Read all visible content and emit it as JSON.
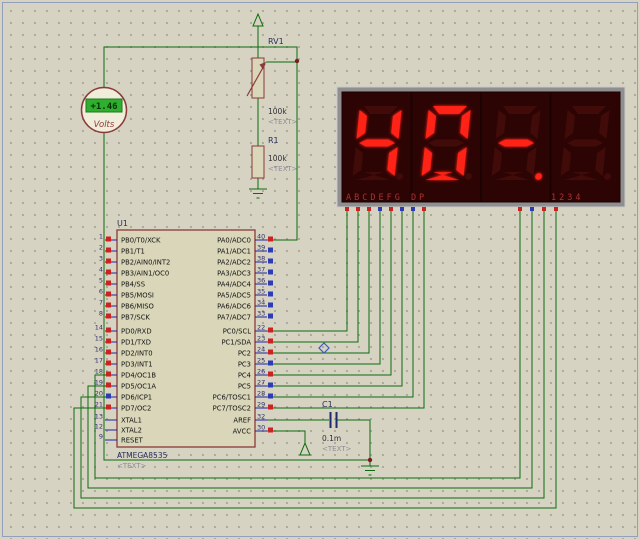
{
  "sheet": {
    "bg": "#d6d3c3",
    "border": "#93a0bd"
  },
  "colors": {
    "wire": "#0c6b0c",
    "pin": "#23239b",
    "component_outline": "#8b3a3a",
    "component_fill": "#d9d6b9",
    "state_red": "#cc2222",
    "state_blue": "#2d3bb5",
    "seg_on": "#ff2015",
    "seg_off": "#400b08",
    "display_bg": "#2d0404"
  },
  "voltmeter": {
    "value": "+1.46",
    "unit": "Volts"
  },
  "rv1": {
    "ref": "RV1",
    "value": "100k",
    "text": "<TEXT>"
  },
  "r1": {
    "ref": "R1",
    "value": "100k",
    "text": "<TEXT>"
  },
  "c1": {
    "ref": "C1",
    "value": "0.1m",
    "text": "<TEXT>"
  },
  "u1": {
    "ref": "U1",
    "part": "ATMEGA8535",
    "text": "<TEXT>",
    "left_pins": [
      {
        "num": "1",
        "name": "PB0/T0/XCK",
        "state": "red"
      },
      {
        "num": "2",
        "name": "PB1/T1",
        "state": "red"
      },
      {
        "num": "3",
        "name": "PB2/AIN0/INT2",
        "state": "red"
      },
      {
        "num": "4",
        "name": "PB3/AIN1/OC0",
        "state": "red"
      },
      {
        "num": "5",
        "name": "PB4/SS",
        "state": "red"
      },
      {
        "num": "6",
        "name": "PB5/MOSI",
        "state": "red"
      },
      {
        "num": "7",
        "name": "PB6/MISO",
        "state": "red"
      },
      {
        "num": "8",
        "name": "PB7/SCK",
        "state": "red"
      },
      {
        "num": "14",
        "name": "PD0/RXD",
        "state": "red"
      },
      {
        "num": "15",
        "name": "PD1/TXD",
        "state": "red"
      },
      {
        "num": "16",
        "name": "PD2/INT0",
        "state": "red"
      },
      {
        "num": "17",
        "name": "PD3/INT1",
        "state": "red"
      },
      {
        "num": "18",
        "name": "PD4/OC1B",
        "state": "red"
      },
      {
        "num": "19",
        "name": "PD5/OC1A",
        "state": "red"
      },
      {
        "num": "20",
        "name": "PD6/ICP1",
        "state": "blue"
      },
      {
        "num": "21",
        "name": "PD7/OC2",
        "state": "red"
      },
      {
        "num": "13",
        "name": "XTAL1",
        "state": null
      },
      {
        "num": "12",
        "name": "XTAL2",
        "state": null
      },
      {
        "num": "9",
        "name": "RESET",
        "state": null
      }
    ],
    "right_pins": [
      {
        "num": "40",
        "name": "PA0/ADC0",
        "state": "red"
      },
      {
        "num": "39",
        "name": "PA1/ADC1",
        "state": "blue"
      },
      {
        "num": "38",
        "name": "PA2/ADC2",
        "state": "blue"
      },
      {
        "num": "37",
        "name": "PA3/ADC3",
        "state": "blue"
      },
      {
        "num": "36",
        "name": "PA4/ADC4",
        "state": "blue"
      },
      {
        "num": "35",
        "name": "PA5/ADC5",
        "state": "blue"
      },
      {
        "num": "34",
        "name": "PA6/ADC6",
        "state": "blue"
      },
      {
        "num": "33",
        "name": "PA7/ADC7",
        "state": "blue"
      },
      {
        "num": "22",
        "name": "PC0/SCL",
        "state": "red"
      },
      {
        "num": "23",
        "name": "PC1/SDA",
        "state": "red"
      },
      {
        "num": "24",
        "name": "PC2",
        "state": "red"
      },
      {
        "num": "25",
        "name": "PC3",
        "state": "blue"
      },
      {
        "num": "26",
        "name": "PC4",
        "state": "red"
      },
      {
        "num": "27",
        "name": "PC5",
        "state": "blue"
      },
      {
        "num": "28",
        "name": "PC6/TOSC1",
        "state": "blue"
      },
      {
        "num": "29",
        "name": "PC7/TOSC2",
        "state": "red"
      },
      {
        "num": "32",
        "name": "AREF",
        "state": null
      },
      {
        "num": "30",
        "name": "AVCC",
        "state": "red"
      }
    ]
  },
  "display": {
    "segment_labels": "ABCDEFG DP",
    "digit_labels": "1234",
    "reading": "40-.",
    "digits": [
      {
        "segments": [
          "f",
          "g",
          "b",
          "c"
        ],
        "dp": false
      },
      {
        "segments": [
          "a",
          "b",
          "c",
          "d",
          "e",
          "f"
        ],
        "dp": false
      },
      {
        "segments": [
          "g"
        ],
        "dp": true
      },
      {
        "segments": [],
        "dp": false
      }
    ],
    "segment_pin_states": [
      "red",
      "red",
      "red",
      "blue",
      "red",
      "blue",
      "blue",
      "red"
    ],
    "digit_pin_states": [
      "red",
      "blue",
      "red",
      "red"
    ]
  }
}
